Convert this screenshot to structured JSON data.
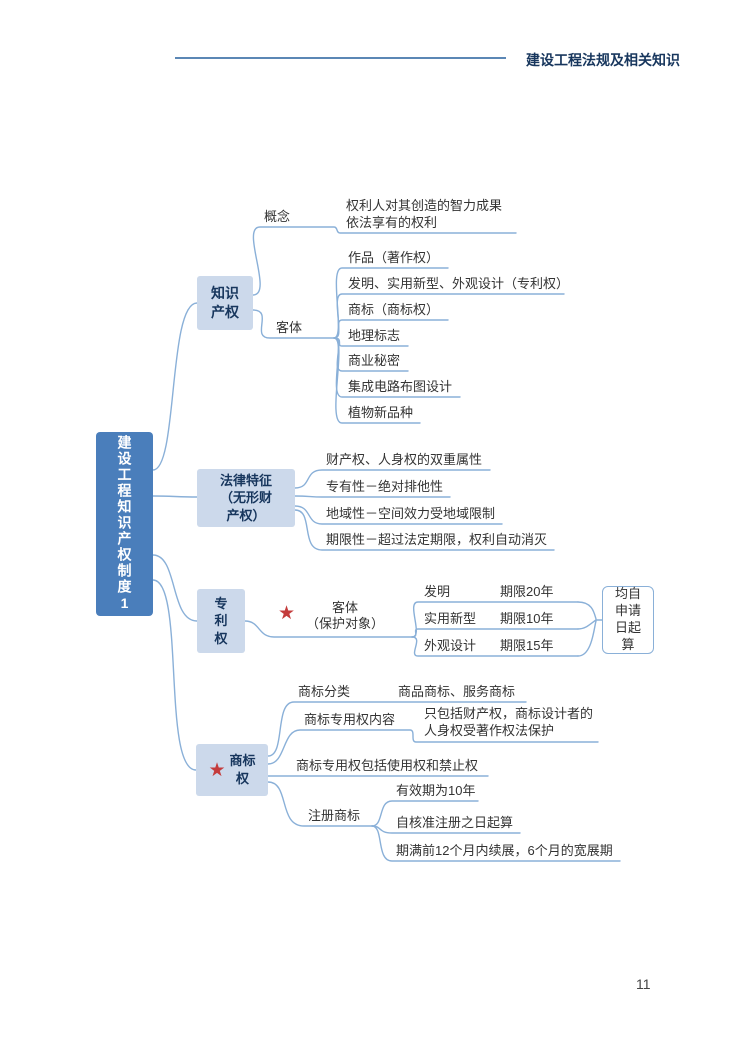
{
  "header": {
    "title": "建设工程法规及相关知识"
  },
  "footer": {
    "page_number": "11"
  },
  "icons": {
    "star": "★"
  },
  "colors": {
    "root_fill": "#4a7ebb",
    "node_fill": "#ccd9eb",
    "node_text": "#17365d",
    "connector": "#8ab0d8",
    "star": "#c43c3c"
  },
  "mindmap": {
    "root_label": "建设工程知识产权制度1",
    "knowledge": {
      "node_label": "知识产权",
      "concept_label": "概念",
      "concept_lines": [
        "权利人对其创造的智力成果",
        "依法享有的权利"
      ],
      "object_label": "客体",
      "objects": [
        "作品（著作权）",
        "发明、实用新型、外观设计（专利权）",
        "商标（商标权）",
        "地理标志",
        "商业秘密",
        "集成电路布图设计",
        "植物新品种"
      ]
    },
    "legal": {
      "node_label": "法律特征（无形财产权）",
      "items": [
        "财产权、人身权的双重属性",
        "专有性－绝对排他性",
        "地域性－空间效力受地域限制",
        "期限性－超过法定期限，权利自动消灭"
      ]
    },
    "patent": {
      "node_label": "专利权",
      "object_label_lines": [
        "客体",
        "（保护对象）"
      ],
      "rows": [
        {
          "name": "发明",
          "term": "期限20年"
        },
        {
          "name": "实用新型",
          "term": "期限10年"
        },
        {
          "name": "外观设计",
          "term": "期限15年"
        }
      ],
      "note": "均自申请日起算"
    },
    "trademark": {
      "node_label": "商标权",
      "classification_label": "商标分类",
      "classification_value": "商品商标、服务商标",
      "content_label": "商标专用权内容",
      "content_lines": [
        "只包括财产权，商标设计者的",
        "人身权受著作权法保护"
      ],
      "rights_item": "商标专用权包括使用权和禁止权",
      "registered_label": "注册商标",
      "registered_items": [
        "有效期为10年",
        "自核准注册之日起算",
        "期满前12个月内续展，6个月的宽展期"
      ]
    }
  }
}
